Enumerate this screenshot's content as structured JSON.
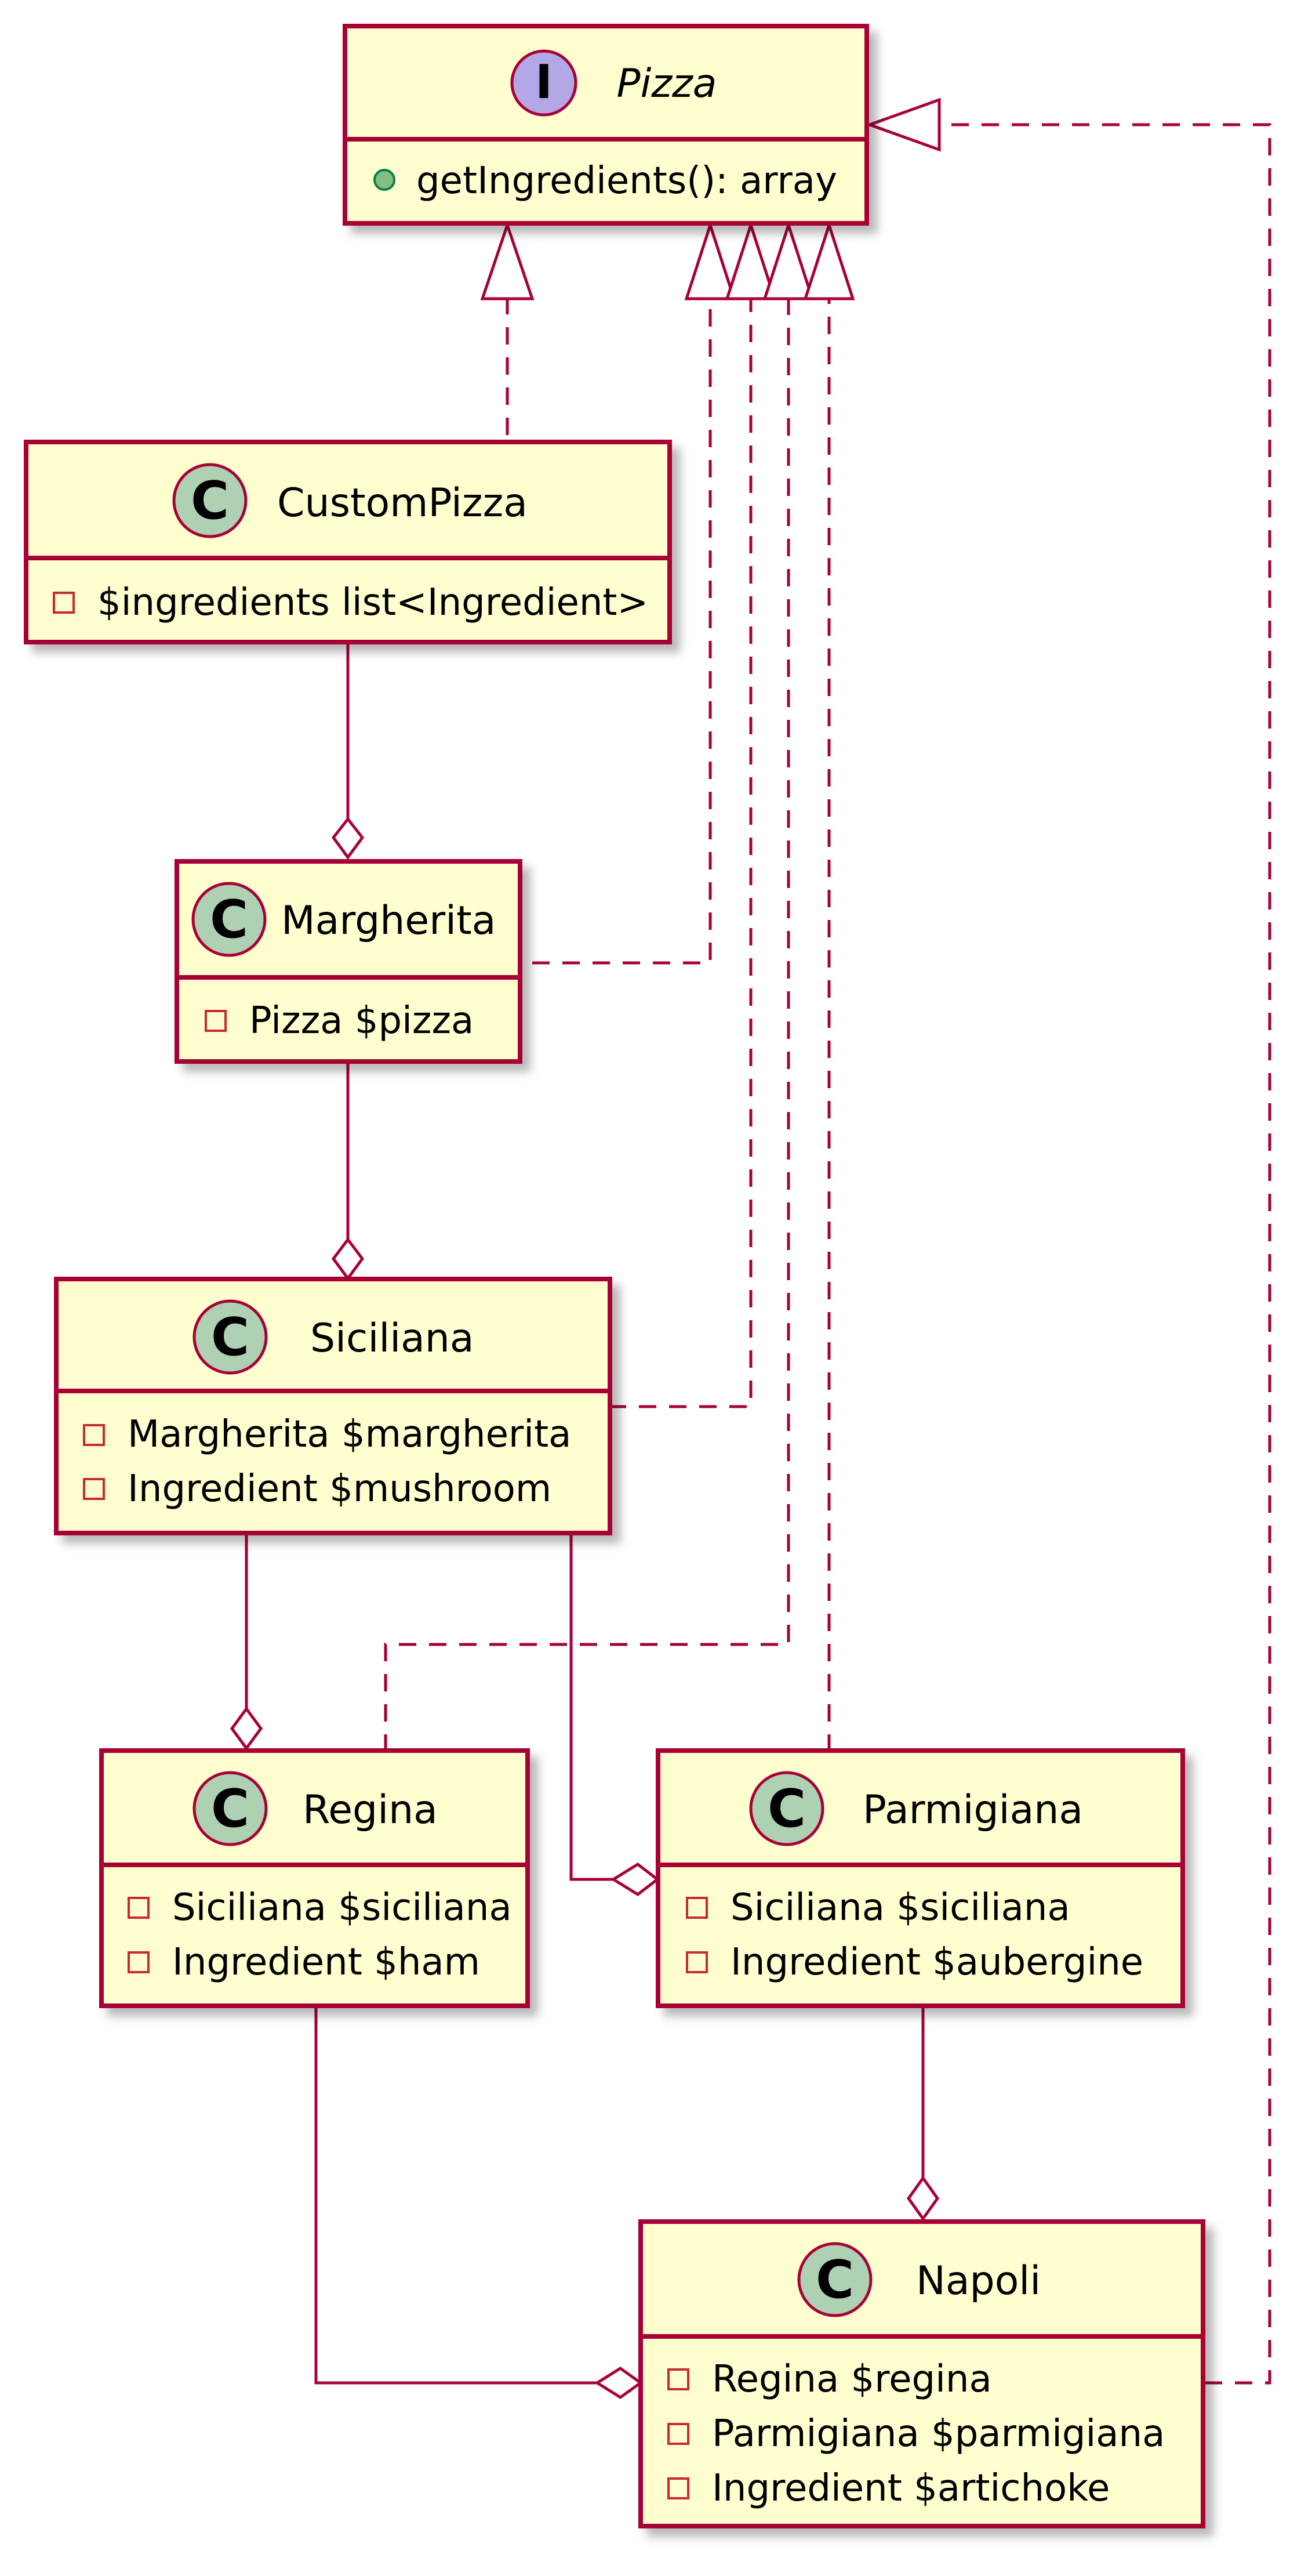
{
  "colors": {
    "box_fill": "#FEFECE",
    "border": "#A80036",
    "class_badge": "#ADD1B2",
    "interface_badge": "#B4A7E5",
    "public_method_dot": "#84BE84"
  },
  "classes": {
    "pizza": {
      "name": "Pizza",
      "stereotype_letter": "I",
      "members": [
        "getIngredients(): array"
      ]
    },
    "custompizza": {
      "name": "CustomPizza",
      "stereotype_letter": "C",
      "members": [
        "$ingredients list<Ingredient>"
      ]
    },
    "margherita": {
      "name": "Margherita",
      "stereotype_letter": "C",
      "members": [
        "Pizza $pizza"
      ]
    },
    "siciliana": {
      "name": "Siciliana",
      "stereotype_letter": "C",
      "members": [
        "Margherita $margherita",
        "Ingredient $mushroom"
      ]
    },
    "regina": {
      "name": "Regina",
      "stereotype_letter": "C",
      "members": [
        "Siciliana $siciliana",
        "Ingredient $ham"
      ]
    },
    "parmigiana": {
      "name": "Parmigiana",
      "stereotype_letter": "C",
      "members": [
        "Siciliana $siciliana",
        "Ingredient $aubergine"
      ]
    },
    "napoli": {
      "name": "Napoli",
      "stereotype_letter": "C",
      "members": [
        "Regina $regina",
        "Parmigiana $parmigiana",
        "Ingredient $artichoke"
      ]
    }
  }
}
